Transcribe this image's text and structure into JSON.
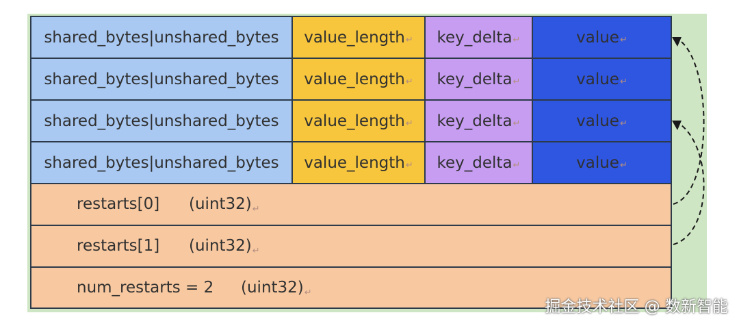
{
  "entries": [
    {
      "shared_unshared": "shared_bytes|unshared_bytes",
      "value_length": "value_length",
      "key_delta": "key_delta",
      "value": "value"
    },
    {
      "shared_unshared": "shared_bytes|unshared_bytes",
      "value_length": "value_length",
      "key_delta": "key_delta",
      "value": "value"
    },
    {
      "shared_unshared": "shared_bytes|unshared_bytes",
      "value_length": "value_length",
      "key_delta": "key_delta",
      "value": "value"
    },
    {
      "shared_unshared": "shared_bytes|unshared_bytes",
      "value_length": "value_length",
      "key_delta": "key_delta",
      "value": "value"
    }
  ],
  "restarts": [
    {
      "name": "restarts[0]",
      "type": "(uint32)"
    },
    {
      "name": "restarts[1]",
      "type": "(uint32)"
    }
  ],
  "num_restarts": {
    "name": "num_restarts = 2",
    "type": "(uint32)"
  },
  "paragraph_mark": "↵",
  "watermark": "掘金技术社区 @ 数新智能",
  "colors": {
    "bytes_cell": "#a9c9f2",
    "value_length_cell": "#f7c63d",
    "key_delta_cell": "#c79df2",
    "value_cell": "#2f56e0",
    "restart_rows": "#f8c9a1",
    "background": "#cfe6c4"
  }
}
